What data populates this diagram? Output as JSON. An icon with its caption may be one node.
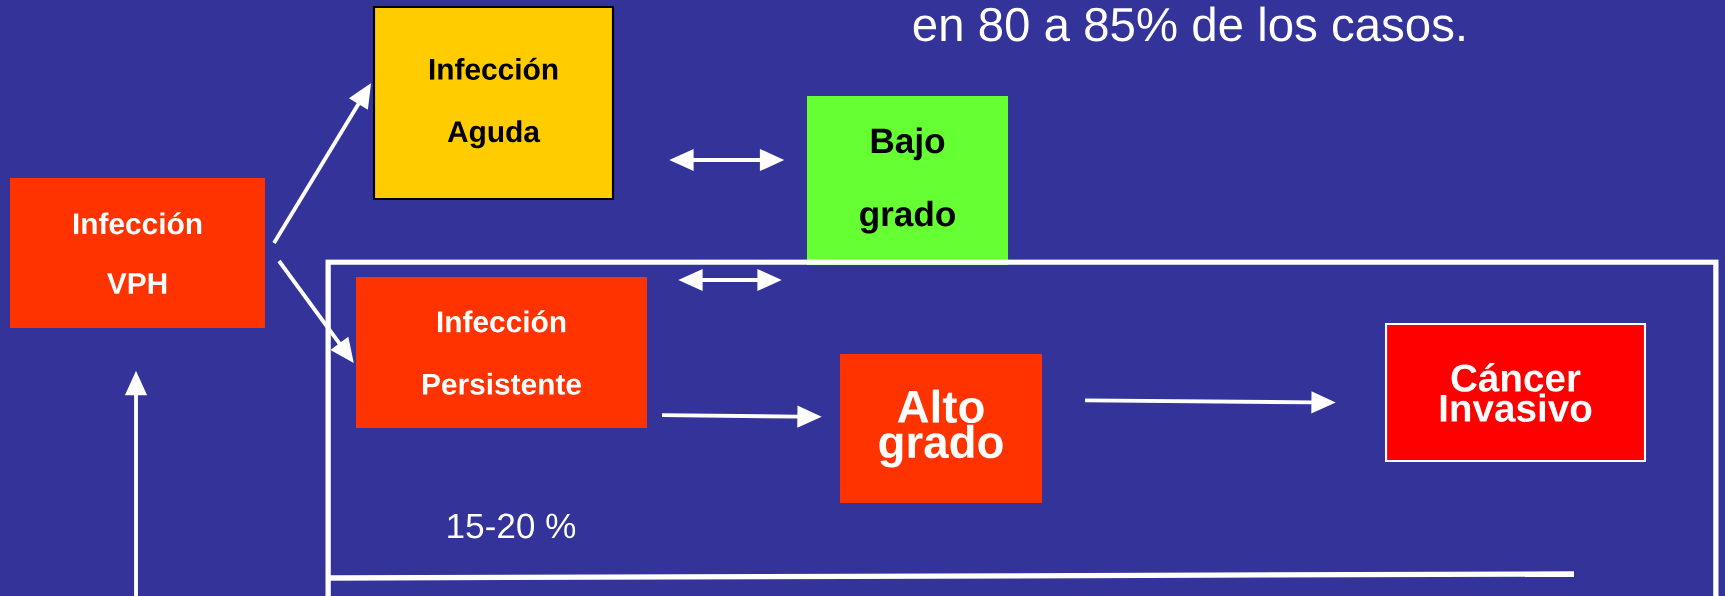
{
  "diagram": {
    "nodes": [
      {
        "text": [
          "Infección",
          "VPH"
        ]
      },
      {
        "text": [
          "Infección",
          "Aguda"
        ]
      },
      {
        "text": [
          "Bajo",
          "grado"
        ]
      },
      {
        "text": [],
        "shape": "box"
      },
      {
        "text": [
          "Infección",
          "Persistente"
        ],
        "in": 3
      },
      {
        "text": [
          "Alto grado"
        ],
        "in": 3
      },
      {
        "text": [
          "Cáncer Invasivo"
        ],
        "in": 3
      }
    ],
    "edges": [
      {
        "from": 0,
        "to": 1,
        "arrow": "to"
      },
      {
        "from": 0,
        "to": 4,
        "arrow": "to"
      },
      {
        "from": 1,
        "to": 2,
        "arrow": "both"
      },
      {
        "from": 4,
        "to": 2,
        "arrow": "both"
      },
      {
        "from": 4,
        "to": 5,
        "arrow": "to"
      },
      {
        "from": 5,
        "to": 6,
        "arrow": "to"
      },
      {
        "from": null,
        "to": 0,
        "arrow": "to"
      }
    ],
    "labels": [
      "en 80 a 85% de los casos.",
      "15-20 %"
    ]
  }
}
